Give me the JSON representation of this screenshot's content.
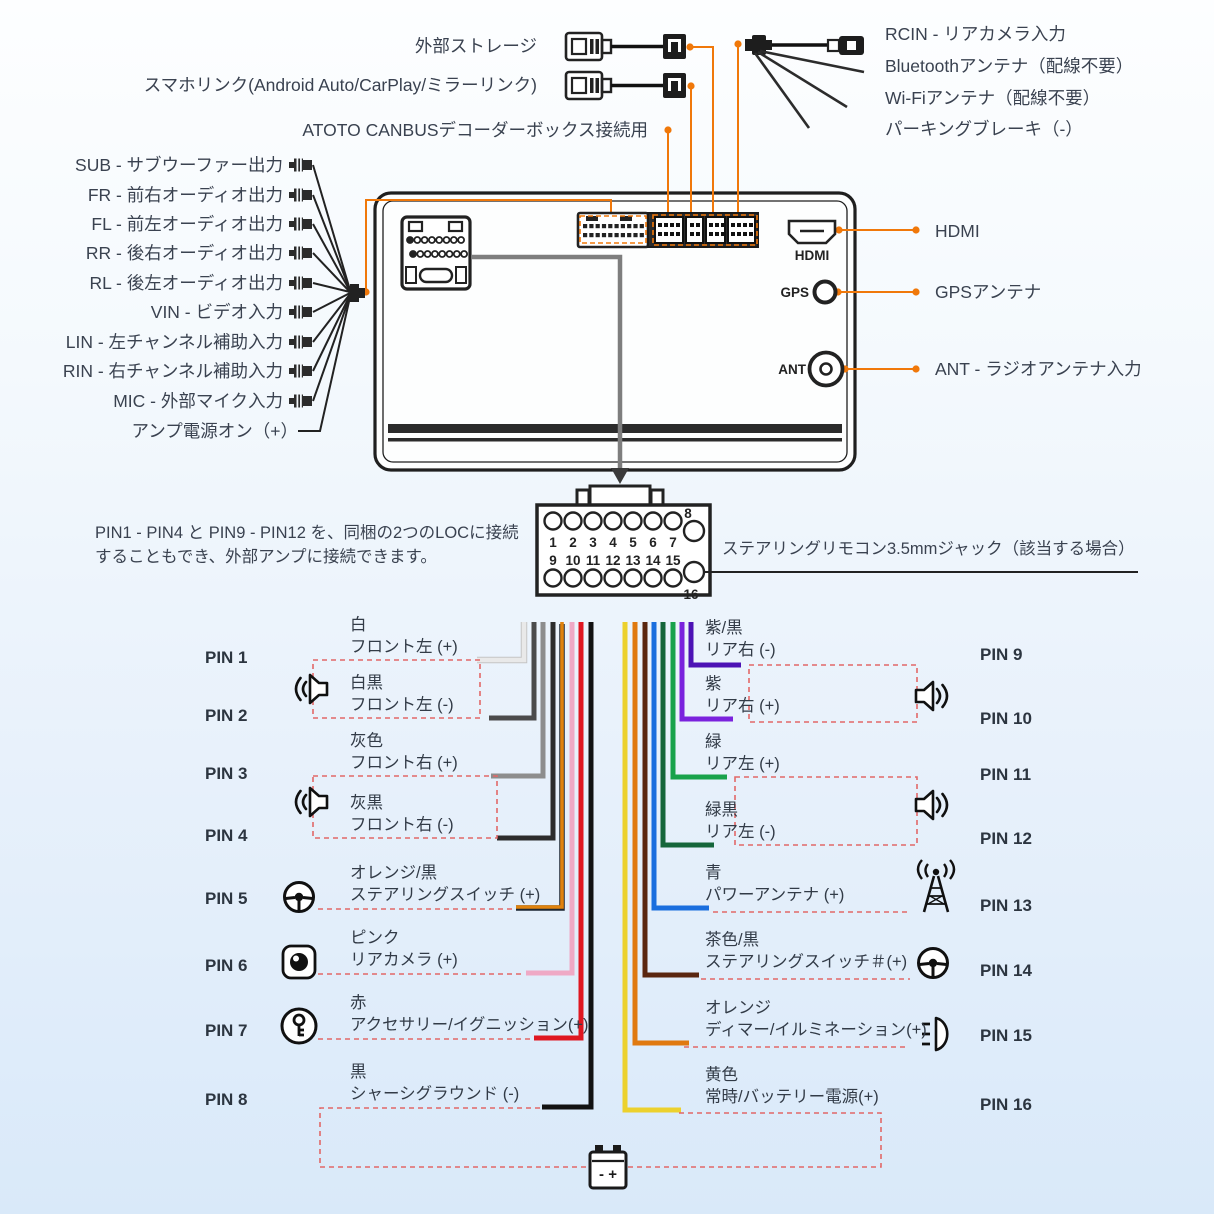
{
  "top": {
    "ext_storage": "外部ストレージ",
    "smartphone_link": "スマホリンク(Android Auto/CarPlay/ミラーリンク)",
    "canbus": "ATOTO CANBUSデコーダーボックス接続用",
    "rcin": "RCIN - リアカメラ入力",
    "bluetooth": "Bluetoothアンテナ（配線不要）",
    "wifi": "Wi-Fiアンテナ（配線不要）",
    "parking": "パーキングブレーキ（-）"
  },
  "left_ports": [
    {
      "label": "SUB - サブウーファー出力"
    },
    {
      "label": "FR - 前右オーディオ出力"
    },
    {
      "label": "FL - 前左オーディオ出力"
    },
    {
      "label": "RR - 後右オーディオ出力"
    },
    {
      "label": "RL - 後左オーディオ出力"
    },
    {
      "label": "VIN - ビデオ入力"
    },
    {
      "label": "LIN - 左チャンネル補助入力"
    },
    {
      "label": "RIN - 右チャンネル補助入力"
    },
    {
      "label": "MIC - 外部マイク入力"
    },
    {
      "label": "アンプ電源オン（+）"
    }
  ],
  "unit": {
    "hdmi": "HDMI",
    "gps": "GPS",
    "ant": "ANT"
  },
  "right_ports": {
    "hdmi": "HDMI",
    "gps": "GPSアンテナ",
    "ant": "ANT - ラジオアンテナ入力"
  },
  "note": {
    "line1": "PIN1 - PIN4 と PIN9 - PIN12 を、同梱の2つのLOCに接続",
    "line2": "することもでき、外部アンプに接続できます。"
  },
  "steering_jack": "ステアリングリモコン3.5mmジャック（該当する場合）",
  "connector": {
    "pin_numbers": [
      "1",
      "2",
      "3",
      "4",
      "5",
      "6",
      "7",
      "8",
      "9",
      "10",
      "11",
      "12",
      "13",
      "14",
      "15",
      "16"
    ]
  },
  "pins": [
    {
      "id": "PIN 1",
      "color_name": "白",
      "function": "フロント左 (+)",
      "color": "#e9e9e9"
    },
    {
      "id": "PIN 2",
      "color_name": "白黒",
      "function": "フロント左 (-)",
      "color": "#4b4b4b"
    },
    {
      "id": "PIN 3",
      "color_name": "灰色",
      "function": "フロント右 (+)",
      "color": "#8d8d8d"
    },
    {
      "id": "PIN 4",
      "color_name": "灰黒",
      "function": "フロント右 (-)",
      "color": "#2c2c2c"
    },
    {
      "id": "PIN 5",
      "color_name": "オレンジ/黒",
      "function": "ステアリングスイッチ (+)",
      "color": "#e0830e"
    },
    {
      "id": "PIN 6",
      "color_name": "ピンク",
      "function": "リアカメラ (+)",
      "color": "#efa9c5"
    },
    {
      "id": "PIN 7",
      "color_name": "赤",
      "function": "アクセサリー/イグニッション(+)",
      "color": "#df1721"
    },
    {
      "id": "PIN 8",
      "color_name": "黒",
      "function": "シャーシグラウンド (-)",
      "color": "#121212"
    },
    {
      "id": "PIN 9",
      "color_name": "紫/黒",
      "function": "リア右 (-)",
      "color": "#4c12b5"
    },
    {
      "id": "PIN 10",
      "color_name": "紫",
      "function": "リア右 (+)",
      "color": "#7a22dd"
    },
    {
      "id": "PIN 11",
      "color_name": "緑",
      "function": "リア左 (+)",
      "color": "#18a24b"
    },
    {
      "id": "PIN 12",
      "color_name": "緑黒",
      "function": "リア左 (-)",
      "color": "#15663a"
    },
    {
      "id": "PIN 13",
      "color_name": "青",
      "function": "パワーアンテナ (+)",
      "color": "#1a6ede"
    },
    {
      "id": "PIN 14",
      "color_name": "茶色/黒",
      "function": "ステアリングスイッチ＃(+)",
      "color": "#5a260f"
    },
    {
      "id": "PIN 15",
      "color_name": "オレンジ",
      "function": "ディマー/イルミネーション(+)",
      "color": "#e0790f"
    },
    {
      "id": "PIN 16",
      "color_name": "黄色",
      "function": "常時/バッテリー電源(+)",
      "color": "#ecd12d"
    }
  ],
  "battery": {
    "terminals": "- +"
  },
  "icons": {
    "speaker": "speaker-icon",
    "steering": "steering-wheel-icon",
    "camera": "rear-camera-icon",
    "ignition": "ignition-key-icon",
    "antenna": "power-antenna-icon",
    "headlight": "headlight-icon",
    "battery": "battery-icon",
    "usb": "usb-cable-icon",
    "rca": "rca-plug-icon"
  },
  "colors": {
    "accent": "#f0780a",
    "dashed": "#e26868"
  }
}
